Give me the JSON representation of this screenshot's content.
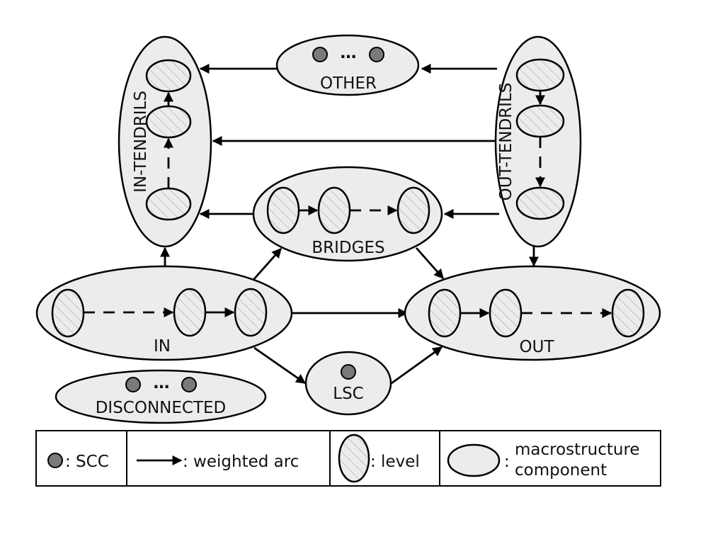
{
  "diagram": {
    "components": {
      "in_tendrils": {
        "label": "IN-TENDRILS",
        "levels": 3
      },
      "other": {
        "label": "OTHER",
        "sccs": 2,
        "ellipsis": "…"
      },
      "out_tendrils": {
        "label": "OUT-TENDRILS",
        "levels": 3
      },
      "bridges": {
        "label": "BRIDGES",
        "levels": 3
      },
      "in": {
        "label": "IN",
        "levels": 3
      },
      "out": {
        "label": "OUT",
        "levels": 3
      },
      "lsc": {
        "label": "LSC",
        "sccs": 1
      },
      "disconnected": {
        "label": "DISCONNECTED",
        "sccs": 2,
        "ellipsis": "…"
      }
    },
    "edges": [
      {
        "from": "OTHER",
        "to": "IN-TENDRILS"
      },
      {
        "from": "OUT-TENDRILS",
        "to": "OTHER"
      },
      {
        "from": "OUT-TENDRILS",
        "to": "IN-TENDRILS"
      },
      {
        "from": "BRIDGES",
        "to": "IN-TENDRILS"
      },
      {
        "from": "OUT-TENDRILS",
        "to": "BRIDGES"
      },
      {
        "from": "IN",
        "to": "IN-TENDRILS"
      },
      {
        "from": "OUT-TENDRILS",
        "to": "OUT"
      },
      {
        "from": "IN",
        "to": "BRIDGES"
      },
      {
        "from": "BRIDGES",
        "to": "OUT"
      },
      {
        "from": "IN",
        "to": "OUT"
      },
      {
        "from": "IN",
        "to": "LSC"
      },
      {
        "from": "LSC",
        "to": "OUT"
      }
    ],
    "legend": {
      "scc": ": SCC",
      "arc": ": weighted arc",
      "level": ": level",
      "component_colon": ":",
      "component_line1": "macrostructure",
      "component_line2": "component"
    }
  }
}
